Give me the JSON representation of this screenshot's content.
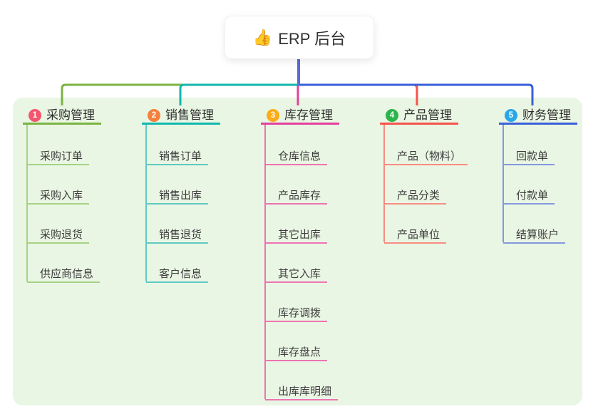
{
  "root": {
    "icon": "👍",
    "title": "ERP 后台"
  },
  "canvas": {
    "background": "#ffffff",
    "panel_background": "#eaf6e4",
    "root_tap_color": "#5b6bd8"
  },
  "branches": [
    {
      "number": "1",
      "title": "采购管理",
      "badge_color": "#f3566f",
      "color": "#7cb342",
      "sub_color": "#a5d284",
      "children": [
        "采购订单",
        "采购入库",
        "采购退货",
        "供应商信息"
      ]
    },
    {
      "number": "2",
      "title": "销售管理",
      "badge_color": "#f5813c",
      "color": "#12b7ae",
      "sub_color": "#5fcac2",
      "children": [
        "销售订单",
        "销售出库",
        "销售退货",
        "客户信息"
      ]
    },
    {
      "number": "3",
      "title": "库存管理",
      "badge_color": "#fbac16",
      "color": "#e3419c",
      "sub_color": "#ee74b1",
      "children": [
        "仓库信息",
        "产品库存",
        "其它出库",
        "其它入库",
        "库存调拨",
        "库存盘点",
        "出库库明细"
      ]
    },
    {
      "number": "4",
      "title": "产品管理",
      "badge_color": "#2db54b",
      "color": "#f4534b",
      "sub_color": "#f88c82",
      "children": [
        "产品（物料）",
        "产品分类",
        "产品单位"
      ]
    },
    {
      "number": "5",
      "title": "财务管理",
      "badge_color": "#2aa7e8",
      "color": "#3a5fd8",
      "sub_color": "#8499dc",
      "children": [
        "回款单",
        "付款单",
        "结算账户"
      ]
    }
  ]
}
